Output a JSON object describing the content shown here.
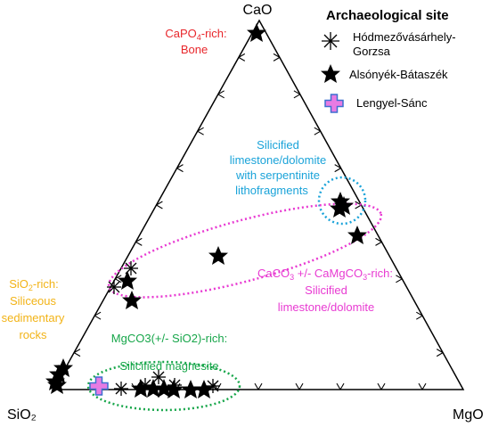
{
  "vertices": {
    "top": "CaO",
    "left": "SiO2",
    "right": "MgO"
  },
  "legend": {
    "title": "Archaeological site",
    "items": [
      {
        "line1": "Hódmezővásárhely-",
        "line2": "Gorzsa",
        "symbol": "asterisk-icon"
      },
      {
        "line1": "Alsónyék-Bátaszék",
        "line2": "",
        "symbol": "star-icon"
      },
      {
        "line1": "Lengyel-Sánc",
        "line2": "",
        "symbol": "plus-icon"
      }
    ]
  },
  "labels": {
    "bone": {
      "line1": "CaPO4-rich:",
      "line2": "Bone",
      "color": "#e8262b"
    },
    "serpentinite": {
      "line1": "Silicified",
      "line2": "limestone/dolomite",
      "line3": "with serpentinite",
      "line4": "lithofragments",
      "color": "#1aa3d9"
    },
    "limestone": {
      "line1": "CaCO3 +/- CaMgCO3-rich:",
      "line2": "Silicified",
      "line3": "limestone/dolomite",
      "color": "#e83ad2"
    },
    "siliceous": {
      "line1": "SiO2-rich:",
      "line2": "Siliceous",
      "line3": "sedimentary",
      "line4": "rocks",
      "color": "#f2b316"
    },
    "magnesite": {
      "line1": "MgCO3(+/- SiO2)-rich:",
      "line2": "Silicified magnesite",
      "color": "#17a64a"
    }
  },
  "colors": {
    "star": "#000000",
    "asterisk": "#000000",
    "plus_fill": "#e77be3",
    "plus_stroke": "#3c6fd0"
  }
}
